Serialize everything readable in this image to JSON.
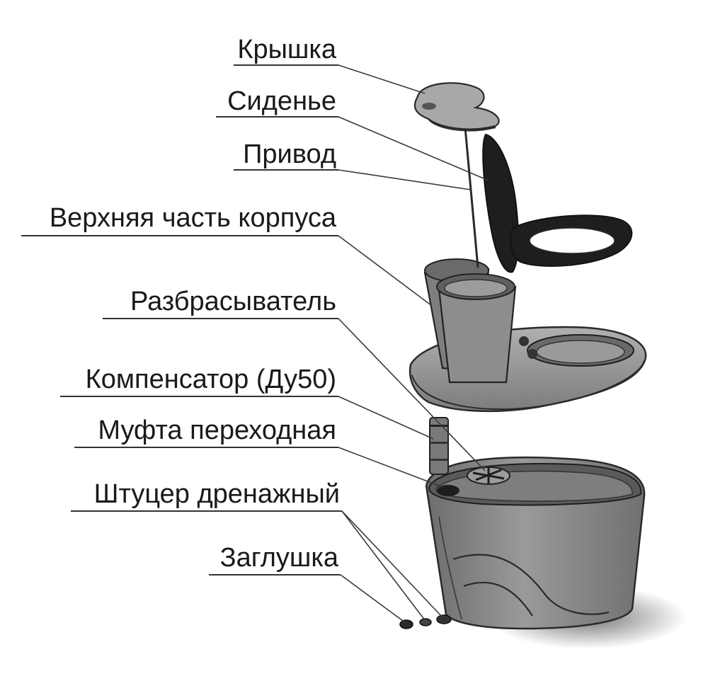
{
  "labels": [
    "Крышка",
    "Сиденье",
    "Привод",
    "Верхняя часть корпуса",
    "Разбрасыватель",
    "Компенсатор (Ду50)",
    "Муфта переходная",
    "Штуцер дренажный",
    "Заглушка"
  ],
  "colors": {
    "part_fill": "#8a8a8a",
    "part_dark": "#1e1e1e",
    "part_edge": "#2a2a2a",
    "text": "#1a1a1a"
  }
}
